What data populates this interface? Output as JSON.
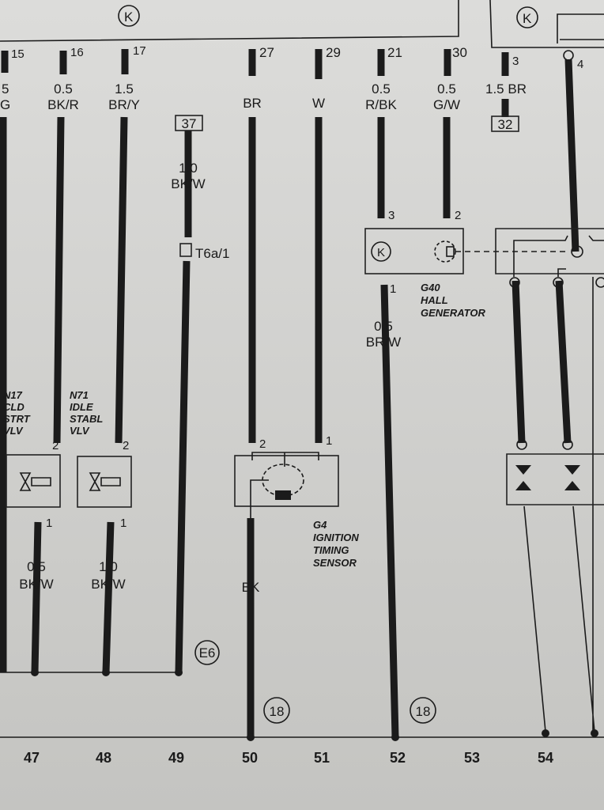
{
  "diagram": {
    "control_unit_symbol": "K",
    "pins": [
      "15",
      "16",
      "17",
      "27",
      "29",
      "21",
      "30",
      "3",
      "4",
      "2",
      "1",
      "2",
      "1",
      "2",
      "1",
      "3",
      "1",
      "2"
    ],
    "wires": {
      "w15": {
        "size": "5",
        "color": "G"
      },
      "w16": {
        "size": "0.5",
        "color": "BK/R"
      },
      "w17": {
        "size": "1.5",
        "color": "BR/Y"
      },
      "w37": {
        "size": "1.0",
        "color": "BK/W"
      },
      "w27": {
        "color": "BR"
      },
      "w29": {
        "color": "W"
      },
      "w21": {
        "size": "0.5",
        "color": "R/BK"
      },
      "w30": {
        "size": "0.5",
        "color": "G/W"
      },
      "w3": {
        "label": "1.5 BR"
      },
      "g40out": {
        "size": "0.5",
        "color": "BR/W"
      },
      "n17out": {
        "size": "0.5",
        "color": "BK/W"
      },
      "n71out": {
        "size": "1.0",
        "color": "BK/W"
      },
      "g4out": {
        "color": "BK"
      }
    },
    "refs": {
      "r37": "37",
      "r32": "32",
      "conn": "T6a/1",
      "e6": "E6",
      "g1": "18",
      "g2": "18"
    },
    "components": {
      "n17": [
        "N17",
        "CLD",
        "STRT",
        "VLV"
      ],
      "n71": [
        "N71",
        "IDLE",
        "STABL",
        "VLV"
      ],
      "g40": [
        "G40",
        "HALL",
        "GENERATOR"
      ],
      "g4": [
        "G4",
        "IGNITION",
        "TIMING",
        "SENSOR"
      ]
    },
    "columns": [
      "47",
      "48",
      "49",
      "50",
      "51",
      "52",
      "53",
      "54"
    ]
  }
}
